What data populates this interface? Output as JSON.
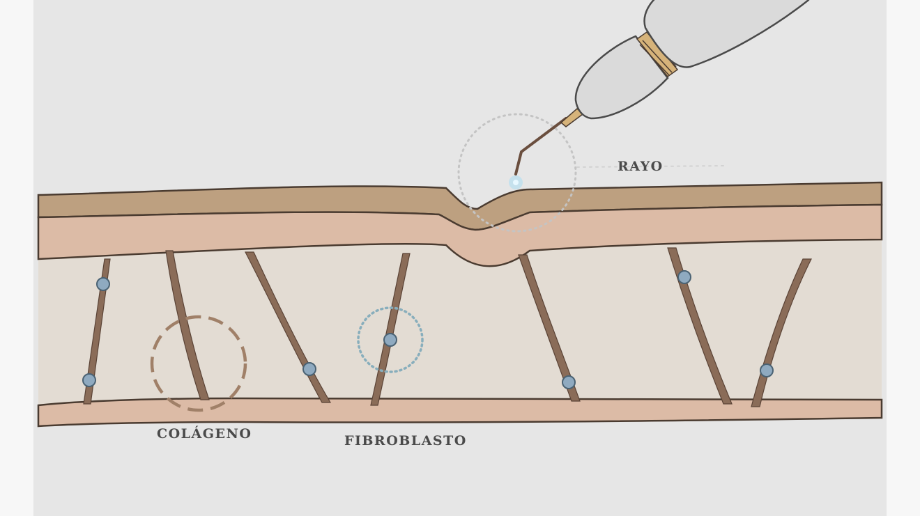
{
  "labels": {
    "rayo": "RAYO",
    "colageno": "COLÁGENO",
    "fibroblasto": "FIBROBLASTO"
  },
  "colors": {
    "background": "#e6e6e6",
    "outer_layer": "#bda080",
    "inner_layer": "#dcbba6",
    "dermis": "#e3dcd3",
    "fiber": "#8a6c58",
    "fiber_stroke": "#5a4336",
    "node": "#8faac0",
    "node_stroke": "#4a6273",
    "highlight_dash": "#a08068",
    "highlight_dots": "#88aebc",
    "device_body": "#dadada",
    "device_stroke": "#4a4a4a",
    "tip_glow": "#9edcf6"
  }
}
